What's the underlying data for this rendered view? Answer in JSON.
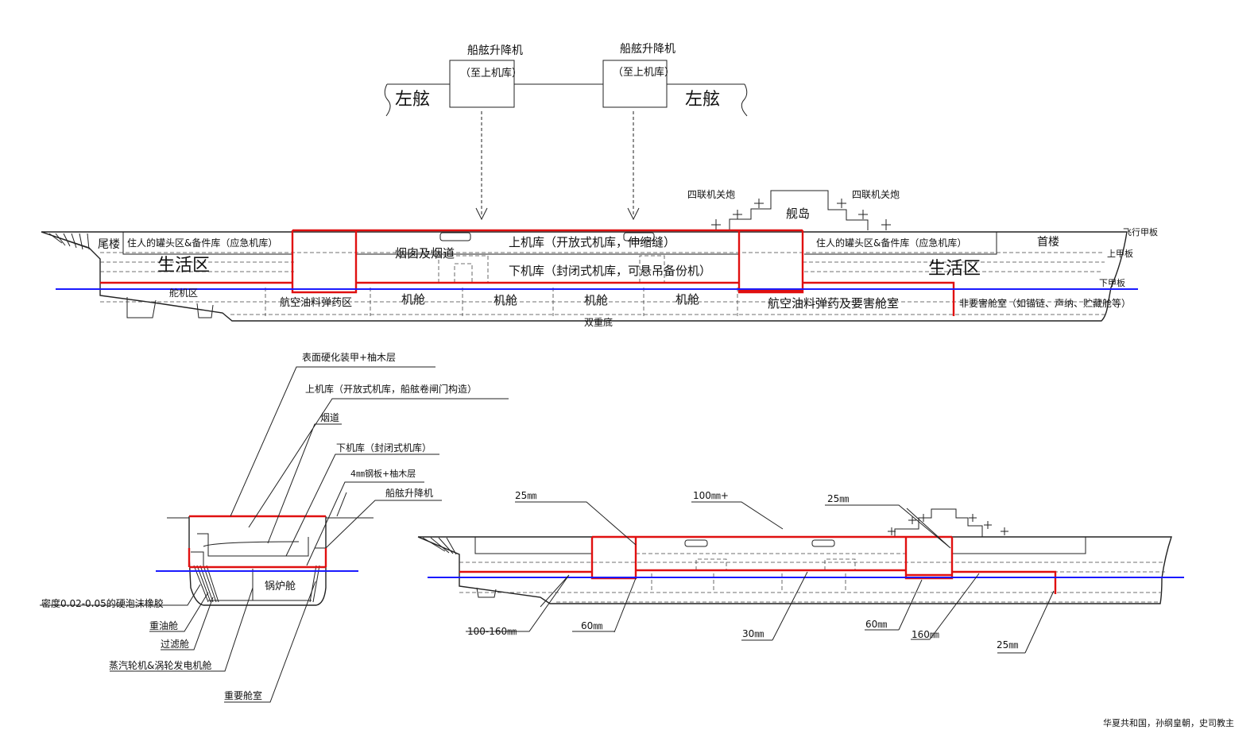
{
  "elevators": {
    "left_title": "船舷升降机",
    "left_sub": "（至上机库）",
    "right_title": "船舷升降机",
    "right_sub": "（至上机库）",
    "port_left": "左舷",
    "port_right": "左舷"
  },
  "top_profile": {
    "aa_left": "四联机关炮",
    "aa_right": "四联机关炮",
    "island": "舰岛",
    "deck_flight": "飞行甲板",
    "deck_upper": "上甲板",
    "deck_lower": "下甲板",
    "stern": "尾楼",
    "bow": "首楼",
    "aft_quarters": "住人的罐头区&备件库（应急机库）",
    "fwd_quarters": "住人的罐头区&备件库（应急机库）",
    "living_aft": "生活区",
    "living_fwd": "生活区",
    "funnel": "烟囱及烟道",
    "upper_hangar": "上机库（开放式机库，伸缩缝）",
    "lower_hangar": "下机库（封闭式机库，可悬吊备份机）",
    "steering": "舵机区",
    "aft_magazine": "航空油料弹药区",
    "engine_rooms": [
      "机舱",
      "机舱",
      "机舱",
      "机舱"
    ],
    "fwd_magazine": "航空油料弹药及要害舱室",
    "nonvital": "非要害舱室（如锚链、声纳、贮藏舱等）",
    "double_bottom": "双重底"
  },
  "cross_section": {
    "labels": [
      "表面硬化装甲+柚木层",
      "上机库（开放式机库，船舷卷闸门构造）",
      "烟道",
      "下机库（封闭式机库）",
      "4㎜钢板+柚木层",
      "船舷升降机"
    ],
    "boiler": "锅炉舱",
    "left_labels": [
      "密度0.02-0.05的硬泡沫橡胶",
      "重油舱",
      "过滤舱",
      "蒸汽轮机&涡轮发电机舱",
      "重要舱室"
    ]
  },
  "armor_profile": {
    "top_labels": [
      "25㎜",
      "100㎜+",
      "25㎜"
    ],
    "bottom_labels": [
      "100-160㎜",
      "60㎜",
      "30㎜",
      "60㎜",
      "160㎜",
      "25㎜"
    ]
  },
  "credit": "华夏共和国，孙纲皇朝，史司教主"
}
